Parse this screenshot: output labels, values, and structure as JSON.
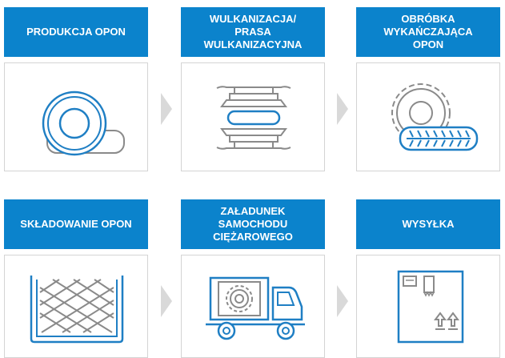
{
  "steps": [
    {
      "title": "PRODUKCJA OPON",
      "icon": "tire-production-icon"
    },
    {
      "title": "WULKANIZACJA/\nPRASA\nWULKANIZACYJNA",
      "icon": "vulcanization-press-icon"
    },
    {
      "title": "OBRÓBKA\nWYKAŃCZAJĄCA\nOPON",
      "icon": "tire-finishing-icon"
    },
    {
      "title": "SKŁADOWANIE OPON",
      "icon": "tire-storage-icon"
    },
    {
      "title": "ZAŁADUNEK\nSAMOCHODU\nCIĘŻAROWEGO",
      "icon": "truck-loading-icon"
    },
    {
      "title": "WYSYŁKA",
      "icon": "shipping-box-icon"
    }
  ],
  "colors": {
    "header_bg": "#0b83cc",
    "icon_stroke": "#1f7fc4",
    "icon_grey": "#8a8a8a",
    "arrow": "#d9d9d9",
    "card_border": "#d4d4d4"
  }
}
